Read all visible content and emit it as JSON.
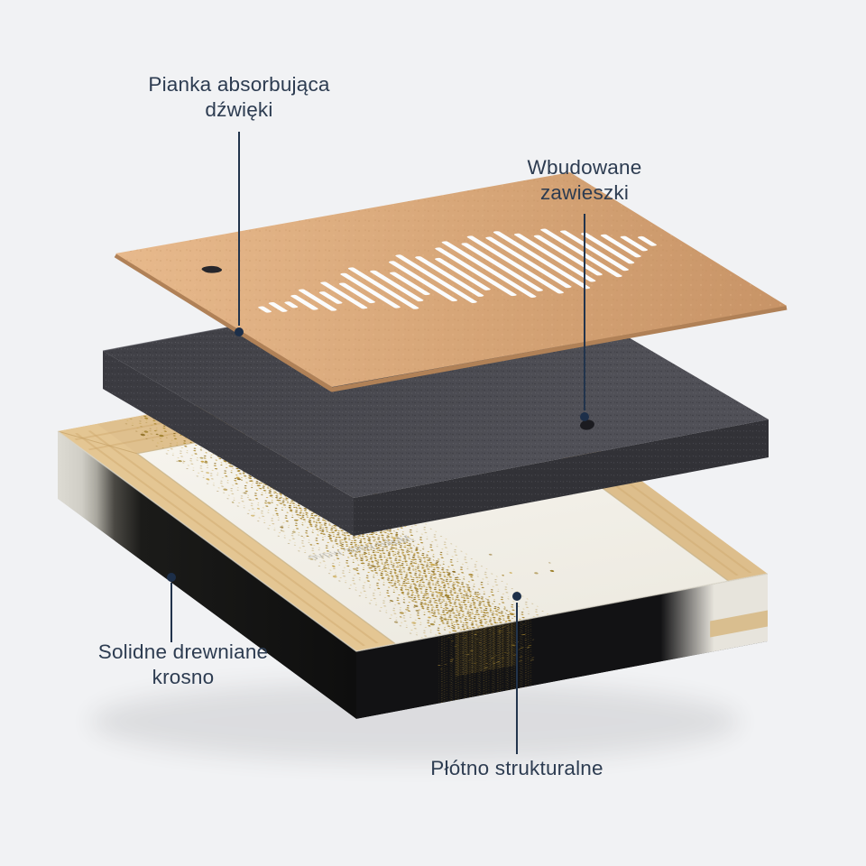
{
  "labels": {
    "foam": {
      "line1": "Pianka absorbująca",
      "line2": "dźwięki"
    },
    "hangers": {
      "line1": "Wbudowane",
      "line2": "zawieszki"
    },
    "frame": {
      "line1": "Solidne drewniane",
      "line2": "krosno"
    },
    "canvas": {
      "line1": "Płótno strukturalne"
    }
  },
  "artwork_text": "Make your wave",
  "colors": {
    "background": "#f1f2f4",
    "label_text": "#2d3c51",
    "leader_line": "#22344c",
    "board": "#d8a87a",
    "board_slot": "#fbfcfd",
    "foam": "#47474d",
    "canvas_surface": "#f5f2ea",
    "wood": "#dfc08e",
    "canvas_side": "#121214",
    "gold": "#a8852e"
  },
  "board": {
    "soundwave_bars": [
      45,
      70,
      45,
      110,
      160,
      90,
      200,
      150,
      260,
      310,
      230,
      170,
      300,
      360,
      300,
      240,
      360,
      420,
      360,
      430,
      380,
      430,
      360,
      300,
      360,
      300,
      230,
      170,
      110,
      70
    ]
  }
}
